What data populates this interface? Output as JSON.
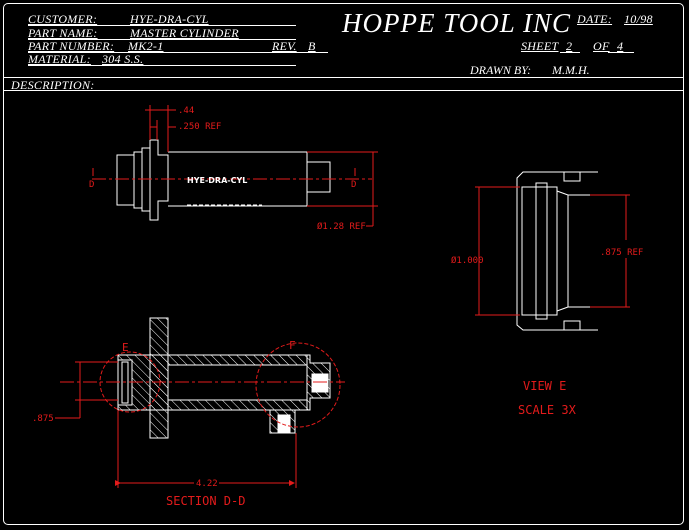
{
  "title_block": {
    "customer_label": "CUSTOMER:",
    "customer_value": "HYE-DRA-CYL",
    "part_name_label": "PART NAME:",
    "part_name_value": "MASTER CYLINDER",
    "part_number_label": "PART NUMBER:",
    "part_number_value": "MK2-1",
    "rev_label": "REV.",
    "rev_value": "B",
    "material_label": "MATERIAL:",
    "material_value": "304 S.S.",
    "company": "HOPPE TOOL INC",
    "date_label": "DATE:",
    "date_value": "10/98",
    "sheet_label": "SHEET",
    "sheet_value": "2",
    "of_label": "OF",
    "of_value": "4",
    "drawn_by_label": "DRAWN BY:",
    "drawn_by_value": "M.M.H.",
    "description_label": "DESCRIPTION:"
  },
  "side_view": {
    "dim_flange": ".44",
    "dim_shoulder": ".250 REF",
    "dim_diameter": "Ø1.28 REF",
    "part_marking": "HYE-DRA-CYL",
    "section_marker": "D"
  },
  "view_e": {
    "dim_outer": "Ø1.000",
    "dim_inner": ".875 REF",
    "title": "VIEW E",
    "scale": "SCALE 3X"
  },
  "section_view": {
    "detail_e": "E",
    "detail_f": "F",
    "dim_bore": ".875",
    "dim_length": "4.22",
    "title": "SECTION D-D"
  },
  "colors": {
    "background": "#000000",
    "geometry": "#ffffff",
    "dimension": "#e31b1b"
  }
}
